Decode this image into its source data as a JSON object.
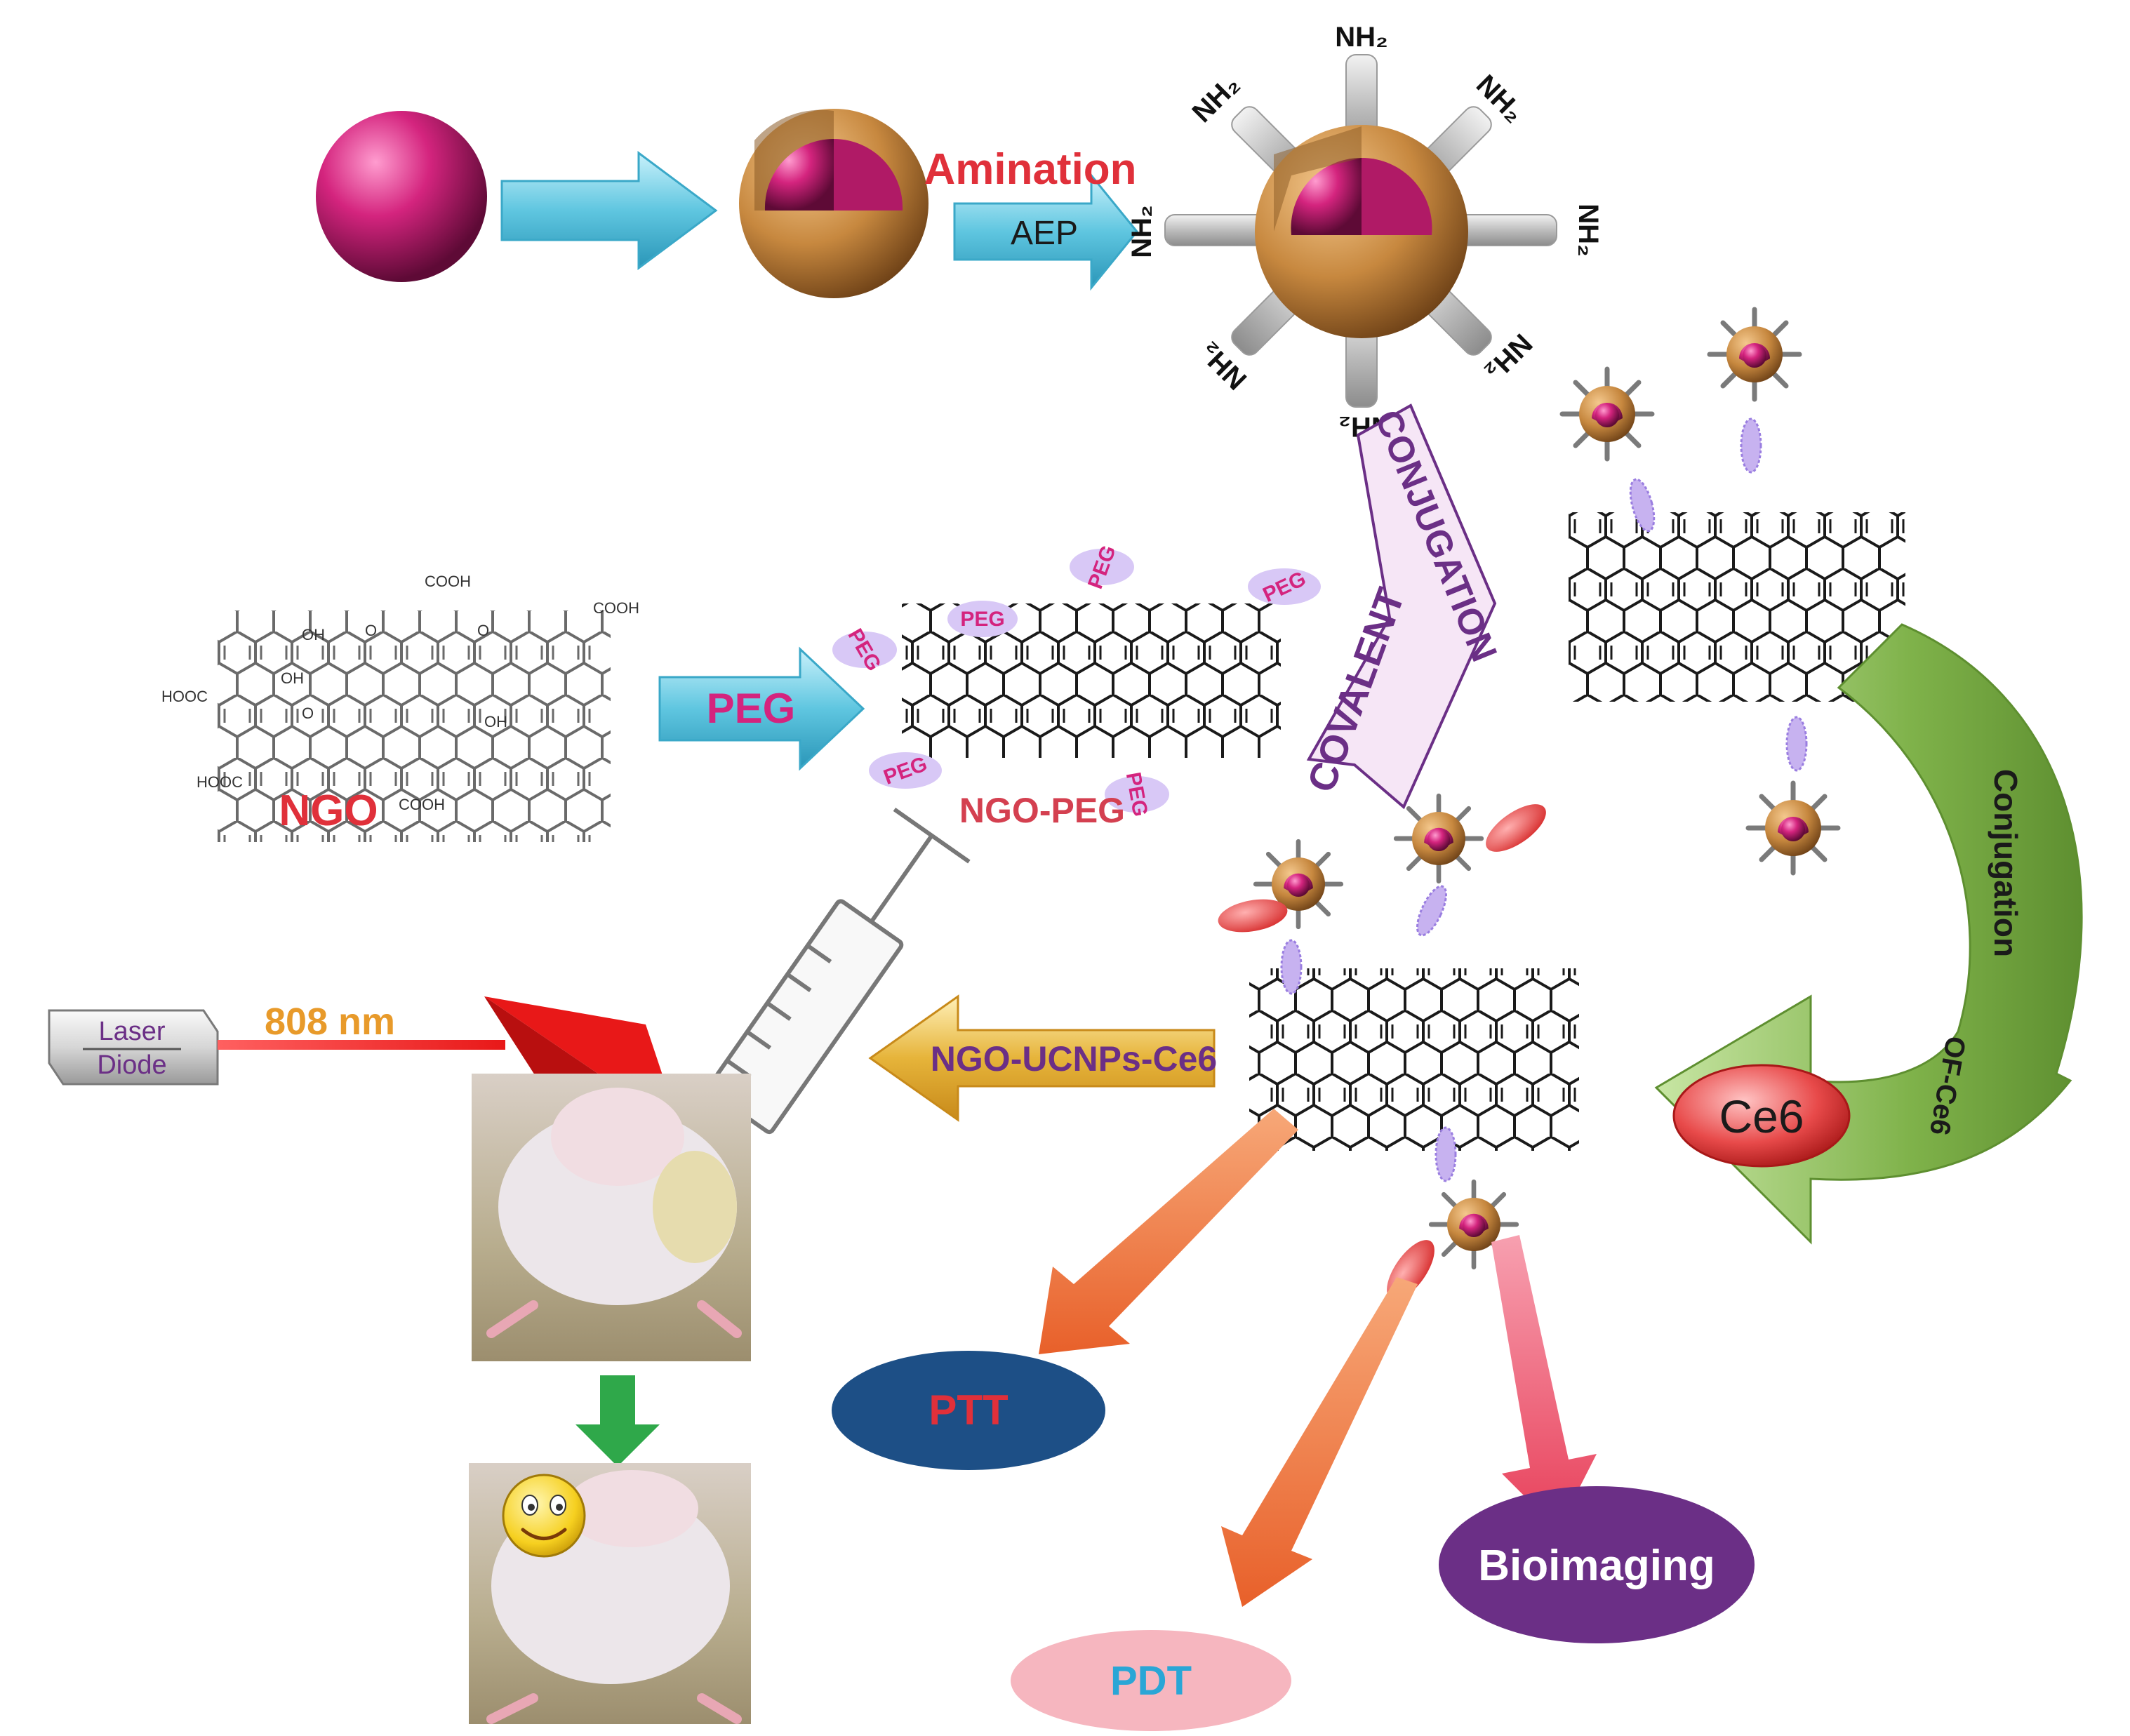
{
  "labels": {
    "amination": "Amination",
    "aep": "AEP",
    "nh2": "NH₂",
    "covalent": "COVALENT",
    "conjugation_upper": "CONJUGATION",
    "peg": "PEG",
    "ngo": "NGO",
    "ngo_peg": "NGO-PEG",
    "cooh": "COOH",
    "hooc": "HOOC",
    "oh": "OH",
    "o": "O",
    "conjugation": "Conjugation",
    "of_ce6": "OF-Ce6",
    "ce6": "Ce6",
    "laser": "Laser",
    "diode": "Diode",
    "wavelength": "808 nm",
    "ngo_ucnps_ce6": "NGO-UCNPs-Ce6",
    "ptt": "PTT",
    "pdt": "PDT",
    "bioimaging": "Bioimaging"
  },
  "colors": {
    "magenta": "#d4247e",
    "shell": "#c7883f",
    "arrow_cyan": "#5fc6e0",
    "arrow_gold": "#e6b43a",
    "green": "#7fb24a",
    "red_text": "#e0303a",
    "navy": "#1d4f86",
    "purple": "#6b2f86",
    "pink": "#f6b6bf",
    "cyan_text": "#2aa6d6",
    "orange": "#e8602a",
    "red_arrow": "#e8405a",
    "peg_purple": "#b68ee6"
  },
  "icons": {
    "mouse_photo": "mouse-photo-icon",
    "smiley": "smiley-icon",
    "syringe": "syringe-icon"
  }
}
